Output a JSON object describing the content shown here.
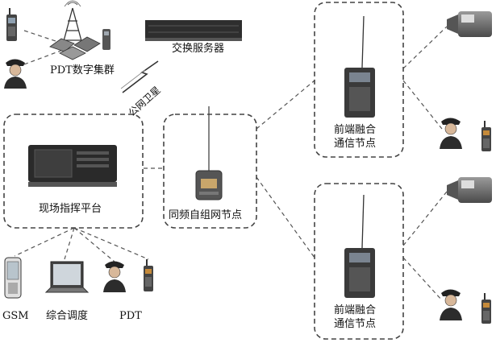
{
  "labels": {
    "pdt_cluster": "PDT数字集群",
    "exchange_server": "交换服务器",
    "public_satellite": "公网卫星",
    "command_platform": "现场指挥平台",
    "adhoc_node": "同频自组网节点",
    "front_node_top_line1": "前端融合",
    "front_node_top_line2": "通信节点",
    "front_node_bottom_line1": "前端融合",
    "front_node_bottom_line2": "通信节点",
    "gsm": "GSM",
    "dispatch": "综合调度",
    "pdt": "PDT"
  },
  "icons": [
    "handheld-radio-icon",
    "police-officer-icon",
    "radio-tower-icon",
    "server-rack-icon",
    "lightning-bolt-icon",
    "command-console-icon",
    "mesh-node-icon",
    "manpack-radio-icon",
    "camera-icon",
    "mobile-phone-icon",
    "laptop-icon"
  ]
}
